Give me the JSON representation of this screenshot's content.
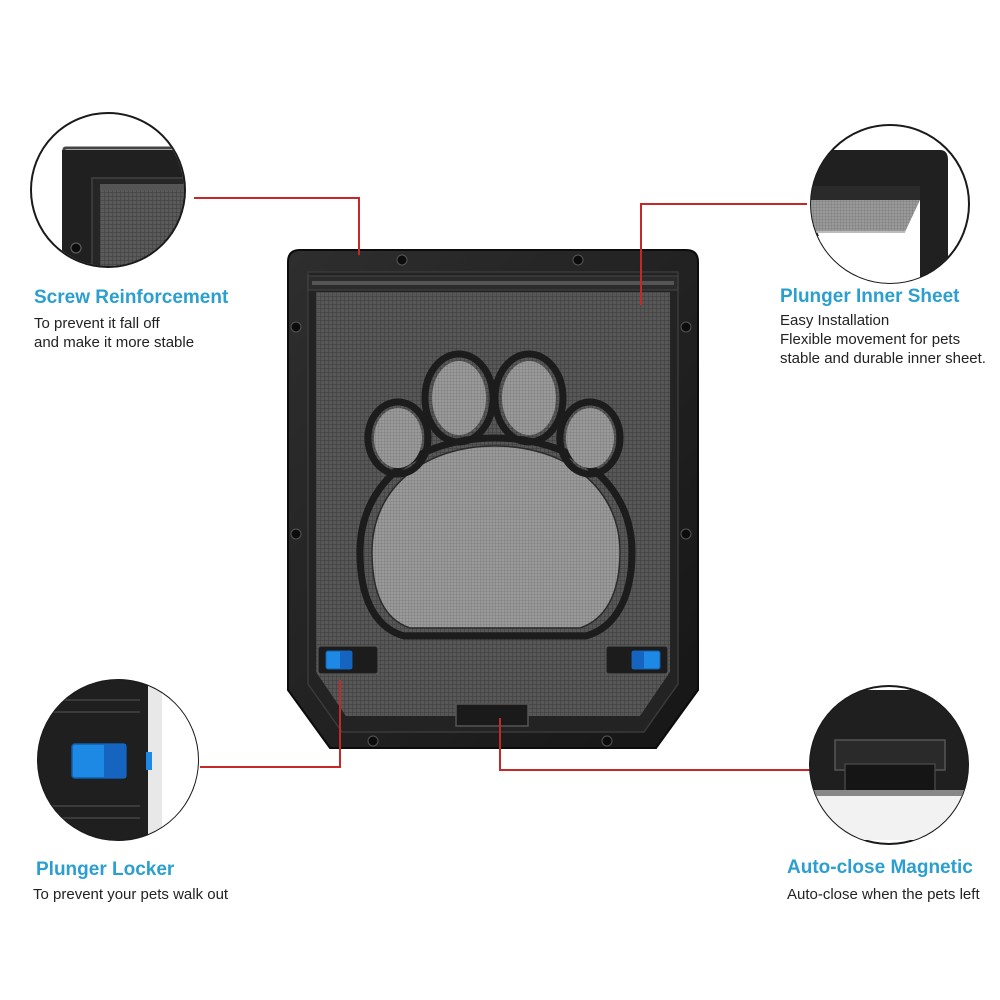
{
  "colors": {
    "accent": "#2a9fd0",
    "leader_line": "#c62828",
    "frame": "#1e1e1e",
    "mesh": "#4a4a4a",
    "latch": "#1e88e5"
  },
  "features": {
    "screw_reinforcement": {
      "title": "Screw Reinforcement",
      "lines": [
        "To prevent it fall off",
        "and make it more stable"
      ]
    },
    "plunger_inner_sheet": {
      "title": "Plunger Inner Sheet",
      "lines": [
        "Easy Installation",
        "Flexible movement for pets",
        "stable and durable inner sheet."
      ]
    },
    "plunger_locker": {
      "title": "Plunger Locker",
      "lines": [
        "To prevent your pets walk out"
      ]
    },
    "auto_close_magnetic": {
      "title": "Auto-close Magnetic",
      "lines": [
        "Auto-close when the pets left"
      ]
    }
  }
}
